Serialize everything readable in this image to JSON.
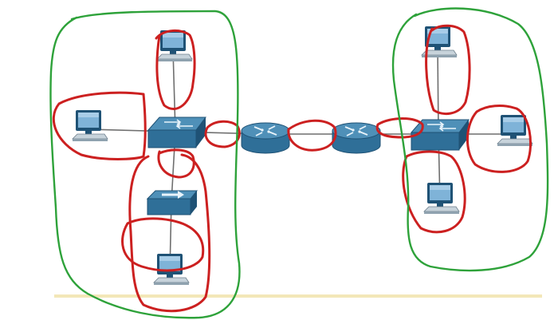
{
  "diagram": {
    "kind": "network-topology",
    "colors": {
      "background": "#ffffff",
      "link_line": "#6f6f6f",
      "device_blue": "#2f6f98",
      "device_top": "#4f90b8",
      "device_dark": "#1f5275",
      "device_highlight": "#e9f4fb",
      "screen_blue": "#7fb3d8",
      "red_ink": "#cc2020",
      "green_ink": "#2ea23a",
      "baseline": "#f3e7b8"
    },
    "devices": [
      {
        "id": "switch-left",
        "kind": "switch-icon"
      },
      {
        "id": "switch-right",
        "kind": "switch-icon"
      },
      {
        "id": "router-left",
        "kind": "router-icon"
      },
      {
        "id": "router-right",
        "kind": "router-icon"
      },
      {
        "id": "hub-bottom",
        "kind": "hub-icon"
      },
      {
        "id": "pc-left-top",
        "kind": "computer-icon"
      },
      {
        "id": "pc-left-side",
        "kind": "computer-icon"
      },
      {
        "id": "pc-left-bottom",
        "kind": "computer-icon"
      },
      {
        "id": "pc-right-top",
        "kind": "computer-icon"
      },
      {
        "id": "pc-right-side",
        "kind": "computer-icon"
      },
      {
        "id": "pc-right-bottom",
        "kind": "computer-icon"
      }
    ],
    "links": [
      [
        "pc-left-top",
        "switch-left"
      ],
      [
        "pc-left-side",
        "switch-left"
      ],
      [
        "switch-left",
        "hub-bottom"
      ],
      [
        "hub-bottom",
        "pc-left-bottom"
      ],
      [
        "switch-left",
        "router-left"
      ],
      [
        "router-left",
        "router-right"
      ],
      [
        "router-right",
        "switch-right"
      ],
      [
        "switch-right",
        "pc-right-top"
      ],
      [
        "switch-right",
        "pc-right-side"
      ],
      [
        "switch-right",
        "pc-right-bottom"
      ]
    ],
    "annotations": {
      "red_circle_count": 11,
      "green_circle_count": 2
    }
  }
}
